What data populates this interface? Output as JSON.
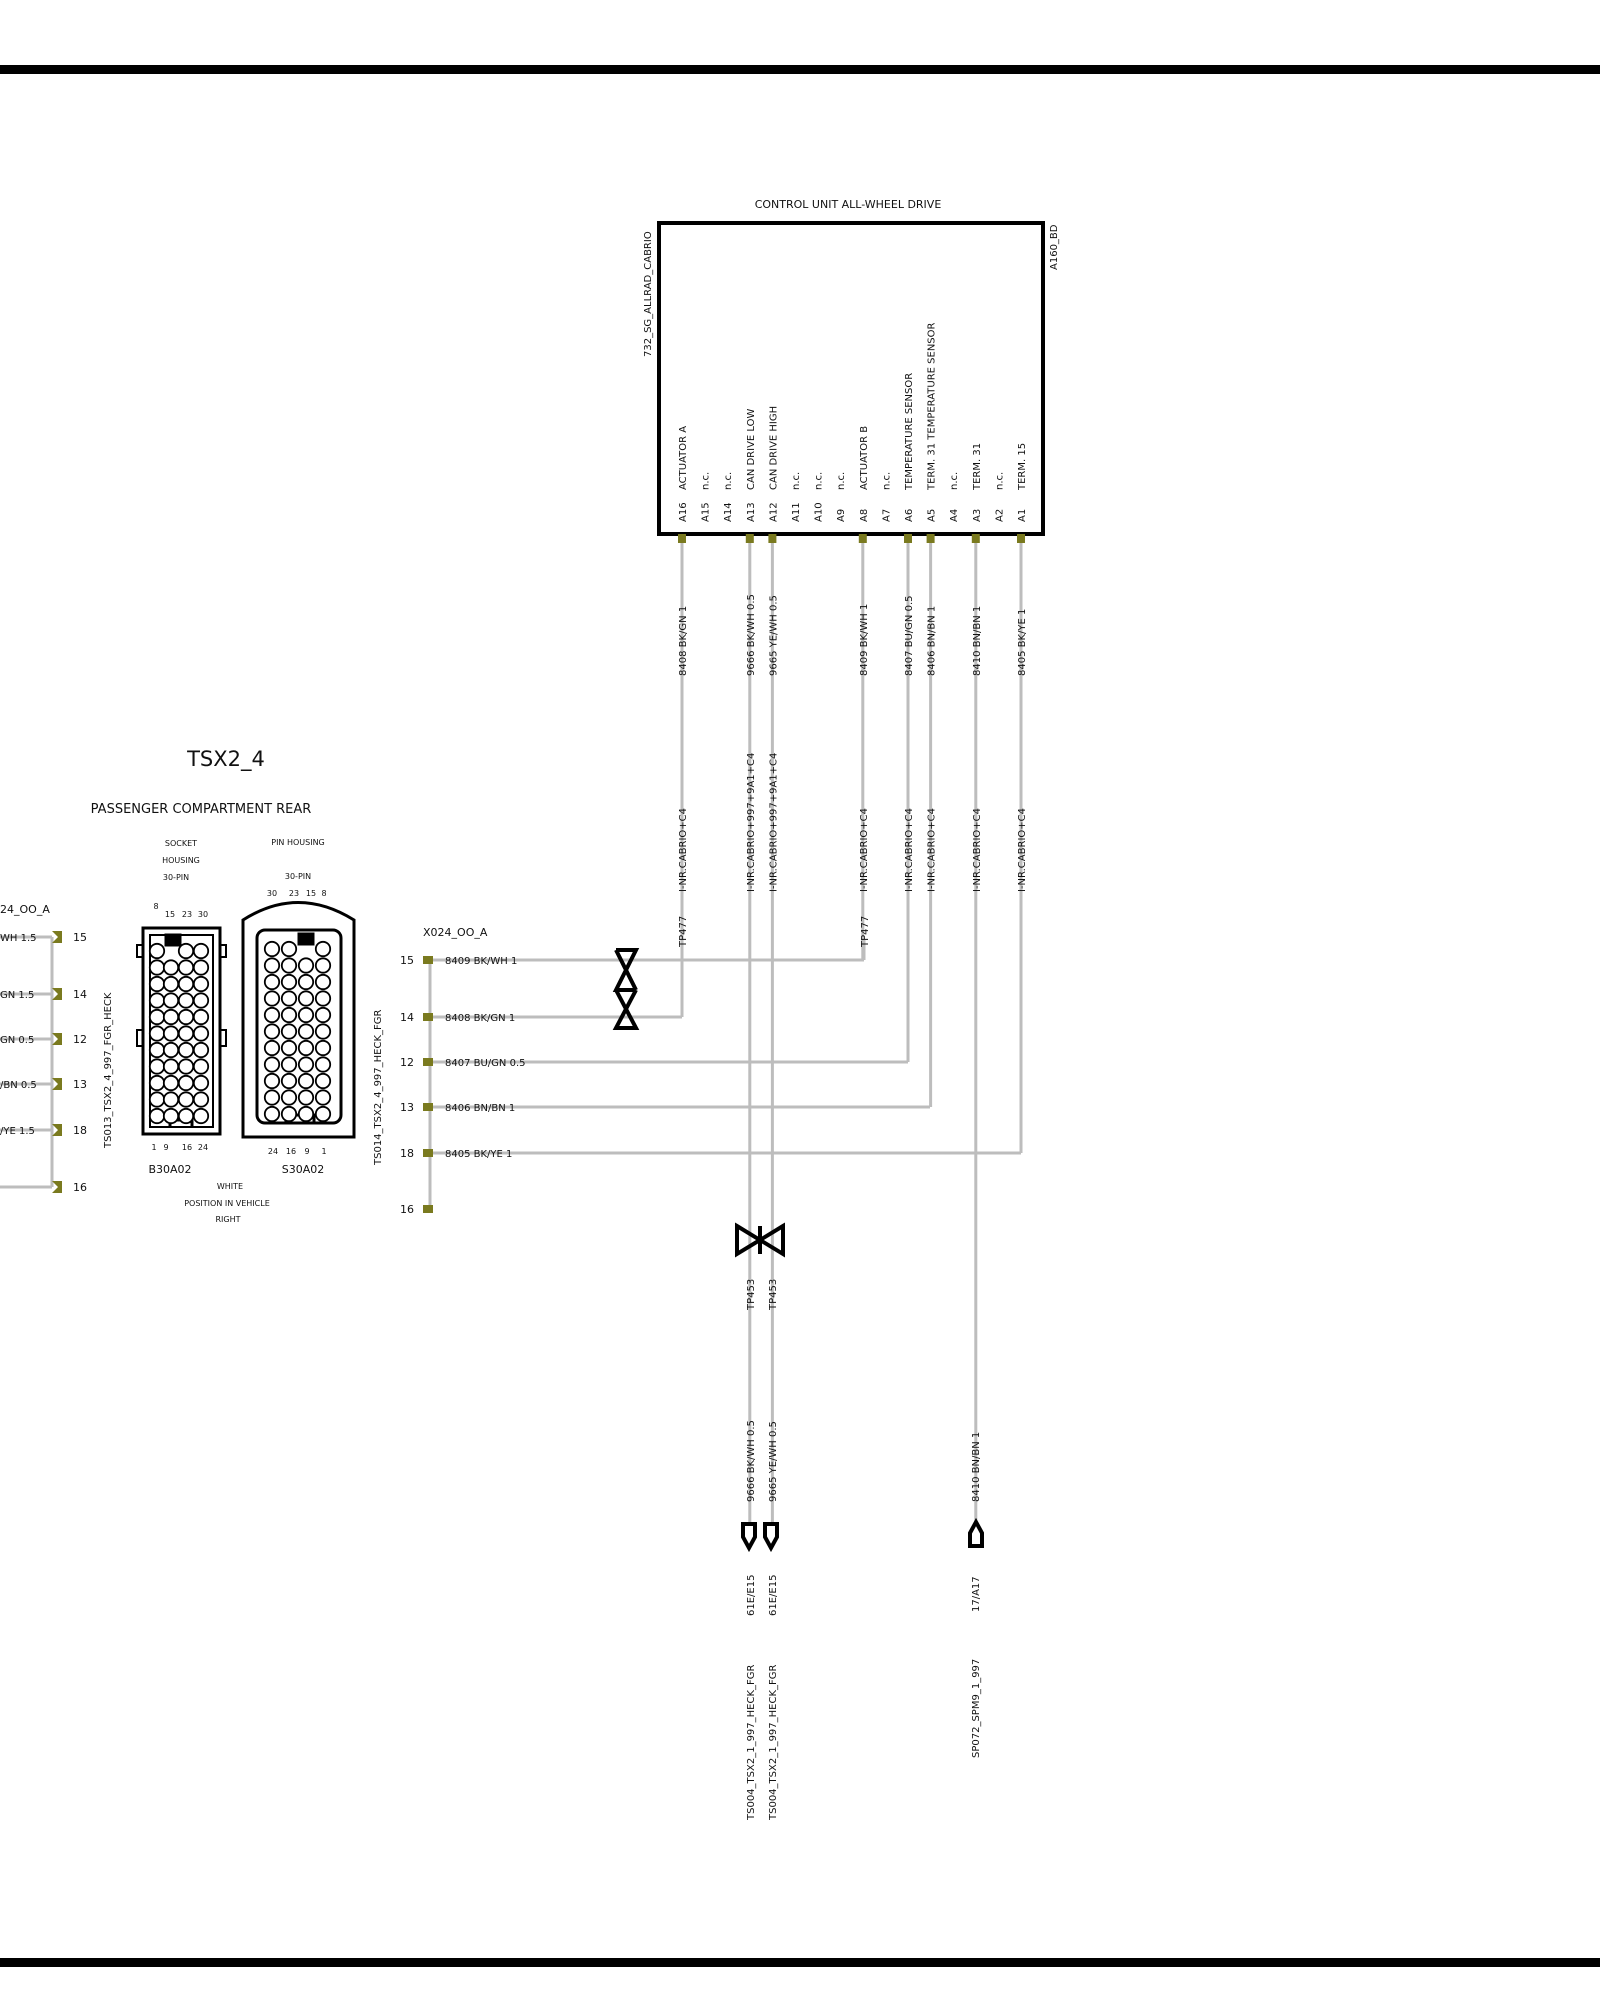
{
  "control_unit": {
    "title": "CONTROL UNIT  ALL-WHEEL DRIVE",
    "left_code": "732_SG_ALLRAD_CABRIO",
    "right_code": "A160_BD",
    "pins": [
      {
        "pin": "A16",
        "label": "ACTUATOR A",
        "connected": true
      },
      {
        "pin": "A15",
        "label": "n.c.",
        "connected": false
      },
      {
        "pin": "A14",
        "label": "n.c.",
        "connected": false
      },
      {
        "pin": "A13",
        "label": "CAN DRIVE LOW",
        "connected": true
      },
      {
        "pin": "A12",
        "label": "CAN DRIVE HIGH",
        "connected": true
      },
      {
        "pin": "A11",
        "label": "n.c.",
        "connected": false
      },
      {
        "pin": "A10",
        "label": "n.c.",
        "connected": false
      },
      {
        "pin": "A9",
        "label": "n.c.",
        "connected": false
      },
      {
        "pin": "A8",
        "label": "ACTUATOR B",
        "connected": true
      },
      {
        "pin": "A7",
        "label": "n.c.",
        "connected": false
      },
      {
        "pin": "A6",
        "label": "TEMPERATURE   SENSOR",
        "connected": true
      },
      {
        "pin": "A5",
        "label": "TERM. 31 TEMPERATURE SENSOR",
        "connected": true
      },
      {
        "pin": "A4",
        "label": "n.c.",
        "connected": false
      },
      {
        "pin": "A3",
        "label": "TERM. 31",
        "connected": true
      },
      {
        "pin": "A2",
        "label": "n.c.",
        "connected": false
      },
      {
        "pin": "A1",
        "label": "TERM. 15",
        "connected": true
      }
    ]
  },
  "wires": [
    {
      "pin": "A16",
      "wire": "8408 BK/GN 1",
      "harness": "I-NR.CABRIO+C4"
    },
    {
      "pin": "A13",
      "wire": "9666 BK/WH 0.5",
      "harness": "I-NR.CABRIO+997+9A1+C4"
    },
    {
      "pin": "A12",
      "wire": "9665 YE/WH 0.5",
      "harness": "I-NR.CABRIO+997+9A1+C4"
    },
    {
      "pin": "A8",
      "wire": "8409 BK/WH 1",
      "harness": "I-NR.CABRIO+C4"
    },
    {
      "pin": "A6",
      "wire": "8407 BU/GN 0.5",
      "harness": "I-NR.CABRIO+C4"
    },
    {
      "pin": "A5",
      "wire": "8406 BN/BN 1",
      "harness": "I-NR.CABRIO+C4"
    },
    {
      "pin": "A3",
      "wire": "8410 BN/BN 1",
      "harness": "I-NR.CABRIO+C4"
    },
    {
      "pin": "A1",
      "wire": "8405 BK/YE 1",
      "harness": "I-NR.CABRIO+C4"
    }
  ],
  "tp477": "TP477",
  "tp453": "TP453",
  "connector": {
    "name": "TSX2_4",
    "location": "PASSENGER COMPARTMENT   REAR",
    "socket_label": [
      "SOCKET",
      "HOUSING",
      "30-PIN"
    ],
    "pin_housing_label": [
      "PIN HOUSING",
      "30-PIN"
    ],
    "socket_code": "B30A02",
    "pin_code": "S30A02",
    "color": "WHITE",
    "position": "POSITION IN VEHICLE",
    "side": "RIGHT",
    "socket_pin_numbers_top": [
      "8",
      "15",
      "23",
      "30"
    ],
    "socket_pin_numbers_bottom": [
      "1",
      "9",
      "16",
      "24"
    ],
    "pin_numbers_top": [
      "30",
      "23",
      "15",
      "8"
    ],
    "pin_numbers_bottom": [
      "24",
      "16",
      "9",
      "1"
    ],
    "left_harness": "TS013_TSX2_4_997_FGR_HECK",
    "right_harness": "TS014_TSX2_4_997_HECK_FGR"
  },
  "left_side": {
    "label": "24_OO_A",
    "rows": [
      {
        "wire": "WH 1.5",
        "pin": "15"
      },
      {
        "wire": "GN 1.5",
        "pin": "14"
      },
      {
        "wire": "GN 0.5",
        "pin": "12"
      },
      {
        "wire": "/BN 0.5",
        "pin": "13"
      },
      {
        "wire": "/YE 1.5",
        "pin": "18"
      },
      {
        "wire": "",
        "pin": "16"
      }
    ]
  },
  "right_side": {
    "label": "X024_OO_A",
    "rows": [
      {
        "pin": "15",
        "wire": "8409 BK/WH 1"
      },
      {
        "pin": "14",
        "wire": "8408 BK/GN 1"
      },
      {
        "pin": "12",
        "wire": "8407 BU/GN 0.5"
      },
      {
        "pin": "13",
        "wire": "8406 BN/BN 1"
      },
      {
        "pin": "18",
        "wire": "8405 BK/YE 1"
      },
      {
        "pin": "16",
        "wire": ""
      }
    ]
  },
  "lower_wires": [
    {
      "wire": "9666 BK/WH 0.5",
      "ref": "61E/E15",
      "target": "TS004_TSX2_1_997_HECK_FGR"
    },
    {
      "wire": "9665 YE/WH 0.5",
      "ref": "61E/E15",
      "target": "TS004_TSX2_1_997_HECK_FGR"
    },
    {
      "wire": "8410 BN/BN 1",
      "ref": "17/A17",
      "target": "SP072_SPM9_1_997"
    }
  ],
  "colors": {
    "wire": "#bdbdbd",
    "pin_marker": "#7a7a1f",
    "ink": "#111111"
  }
}
